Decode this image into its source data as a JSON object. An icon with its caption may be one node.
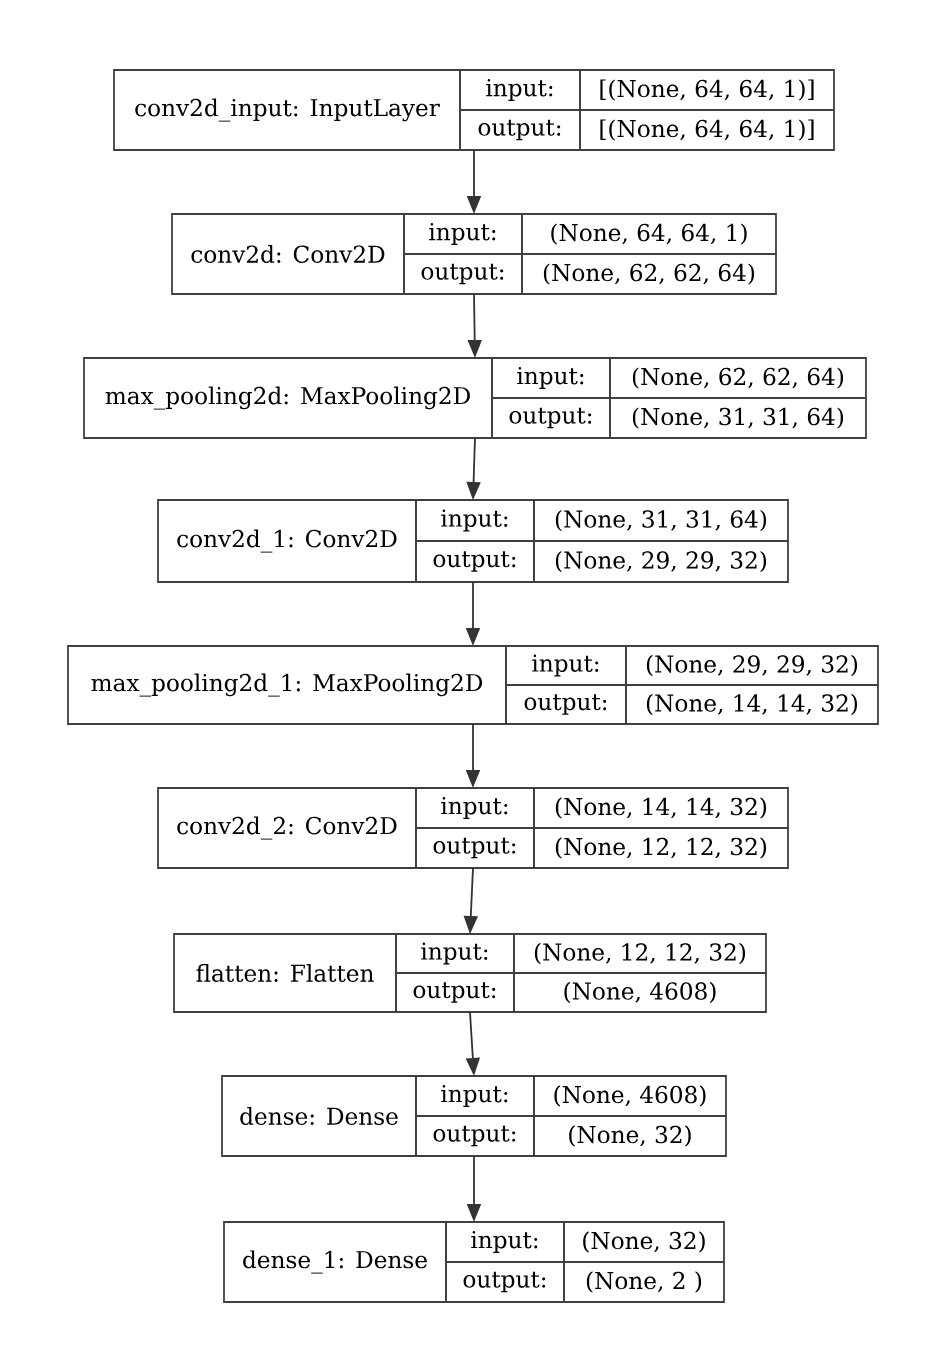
{
  "diagram": {
    "nodes": [
      {
        "text": [
          "conv2d_input: InputLayer",
          "input:",
          "[(None, 64, 64, 1)]",
          "output:",
          "[(None, 64, 64, 1)]"
        ]
      },
      {
        "text": [
          "conv2d: Conv2D",
          "input:",
          "(None, 64, 64, 1)",
          "output:",
          "(None, 62, 62, 64)"
        ]
      },
      {
        "text": [
          "max_pooling2d: MaxPooling2D",
          "input:",
          "(None, 62, 62, 64)",
          "output:",
          "(None, 31, 31, 64)"
        ]
      },
      {
        "text": [
          "conv2d_1: Conv2D",
          "input:",
          "(None, 31, 31, 64)",
          "output:",
          "(None, 29, 29, 32)"
        ]
      },
      {
        "text": [
          "max_pooling2d_1: MaxPooling2D",
          "input:",
          "(None, 29, 29, 32)",
          "output:",
          "(None, 14, 14, 32)"
        ]
      },
      {
        "text": [
          "conv2d_2: Conv2D",
          "input:",
          "(None, 14, 14, 32)",
          "output:",
          "(None, 12, 12, 32)"
        ]
      },
      {
        "text": [
          "flatten: Flatten",
          "input:",
          "(None, 12, 12, 32)",
          "output:",
          "(None, 4608)"
        ]
      },
      {
        "text": [
          "dense: Dense",
          "input:",
          "(None, 4608)",
          "output:",
          "(None, 32)"
        ]
      },
      {
        "text": [
          "dense_1: Dense",
          "input:",
          "(None, 32)",
          "output:",
          "(None, 2 )"
        ]
      }
    ],
    "edges": [
      {
        "from": 0,
        "to": 1,
        "arrow": "to"
      },
      {
        "from": 1,
        "to": 2,
        "arrow": "to"
      },
      {
        "from": 2,
        "to": 3,
        "arrow": "to"
      },
      {
        "from": 3,
        "to": 4,
        "arrow": "to"
      },
      {
        "from": 4,
        "to": 5,
        "arrow": "to"
      },
      {
        "from": 5,
        "to": 6,
        "arrow": "to"
      },
      {
        "from": 6,
        "to": 7,
        "arrow": "to"
      },
      {
        "from": 7,
        "to": 8,
        "arrow": "to"
      }
    ]
  }
}
